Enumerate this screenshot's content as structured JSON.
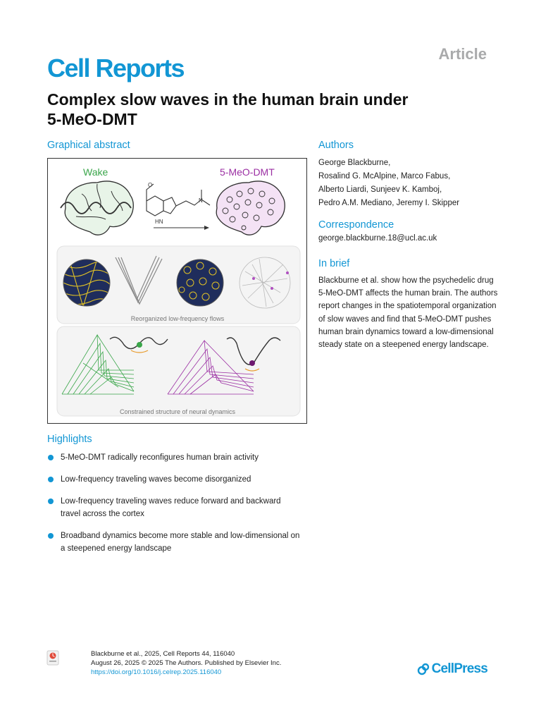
{
  "header": {
    "journal": "Cell Reports",
    "article_type": "Article",
    "title_line1": "Complex slow waves in the human brain under",
    "title_line2": "5-MeO-DMT"
  },
  "graphical_abstract": {
    "heading": "Graphical abstract",
    "wake_label": "Wake",
    "drug_label": "5-MeO-DMT",
    "molecule_label": "HN",
    "panel2_caption": "Reorganized low-frequency flows",
    "panel3_caption": "Constrained structure of neural dynamics",
    "colors": {
      "wake": "#3aa64a",
      "drug": "#9b2fa3",
      "flow_bg": "#1f2d5c",
      "flow_line": "#e0c126"
    }
  },
  "authors": {
    "heading": "Authors",
    "lines": [
      "George Blackburne,",
      "Rosalind G. McAlpine, Marco Fabus,",
      "Alberto Liardi, Sunjeev K. Kamboj,",
      "Pedro A.M. Mediano, Jeremy I. Skipper"
    ]
  },
  "correspondence": {
    "heading": "Correspondence",
    "email": "george.blackburne.18@ucl.ac.uk"
  },
  "in_brief": {
    "heading": "In brief",
    "text": "Blackburne et al. show how the psychedelic drug 5-MeO-DMT affects the human brain. The authors report changes in the spatiotemporal organization of slow waves and find that 5-MeO-DMT pushes human brain dynamics toward a low-dimensional steady state on a steepened energy landscape."
  },
  "highlights": {
    "heading": "Highlights",
    "items": [
      "5-MeO-DMT radically reconfigures human brain activity",
      "Low-frequency traveling waves become disorganized",
      "Low-frequency traveling waves reduce forward and backward travel across the cortex",
      "Broadband dynamics become more stable and low-dimensional on a steepened energy landscape"
    ]
  },
  "footer": {
    "citation": "Blackburne et al., 2025, Cell Reports 44, 116040",
    "date_line": "August 26, 2025 © 2025 The Authors. Published by Elsevier Inc.",
    "doi": "https://doi.org/10.1016/j.celrep.2025.116040",
    "publisher": "CellPress",
    "badge_icon": "check-for-updates-icon"
  }
}
